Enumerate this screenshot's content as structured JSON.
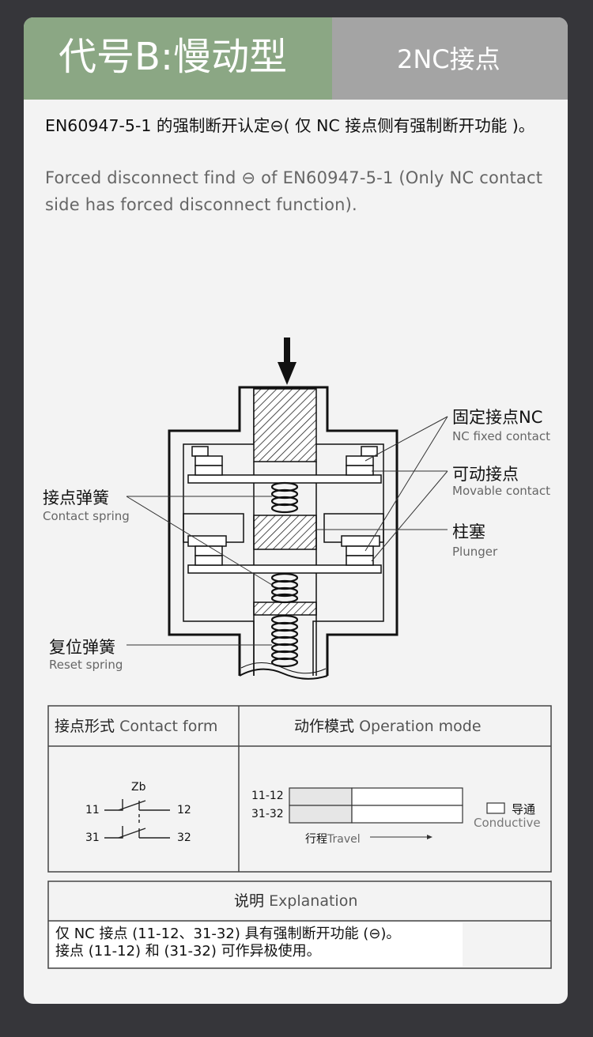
{
  "header": {
    "title": "代号B:慢动型",
    "contact_type": "2NC接点"
  },
  "description": {
    "cn": "EN60947-5-1 的强制断开认定⊖( 仅 NC 接点侧有强制断开功能 )。",
    "en": "Forced disconnect find ⊖ of EN60947-5-1 (Only NC contact side has forced disconnect function)."
  },
  "diagram_labels": {
    "nc_fixed_cn": "固定接点NC",
    "nc_fixed_en": "NC fixed contact",
    "movable_cn": "可动接点",
    "movable_en": "Movable contact",
    "plunger_cn": "柱塞",
    "plunger_en": "Plunger",
    "contact_spring_cn": "接点弹簧",
    "contact_spring_en": "Contact spring",
    "reset_spring_cn": "复位弹簧",
    "reset_spring_en": "Reset spring"
  },
  "table": {
    "contact_form_cn": "接点形式",
    "contact_form_en": "Contact form",
    "operation_mode_cn": "动作模式",
    "operation_mode_en": "Operation mode",
    "symbol_label": "Zb",
    "terminals": [
      "11",
      "12",
      "31",
      "32"
    ],
    "rows": [
      "11-12",
      "31-32"
    ],
    "travel_cn": "行程",
    "travel_en": "Travel",
    "legend_cn": "导通",
    "legend_en": "Conductive"
  },
  "explanation": {
    "title_cn": "说明",
    "title_en": "Explanation",
    "line1": "仅 NC 接点 (11-12、31-32) 具有强制断开功能 (⊖)。",
    "line2": "接点 (11-12) 和 (31-32) 可作异极使用。"
  },
  "colors": {
    "background": "#36363a",
    "card": "#f3f3f3",
    "header_green": "#8ba784",
    "header_gray": "#a4a4a4"
  }
}
